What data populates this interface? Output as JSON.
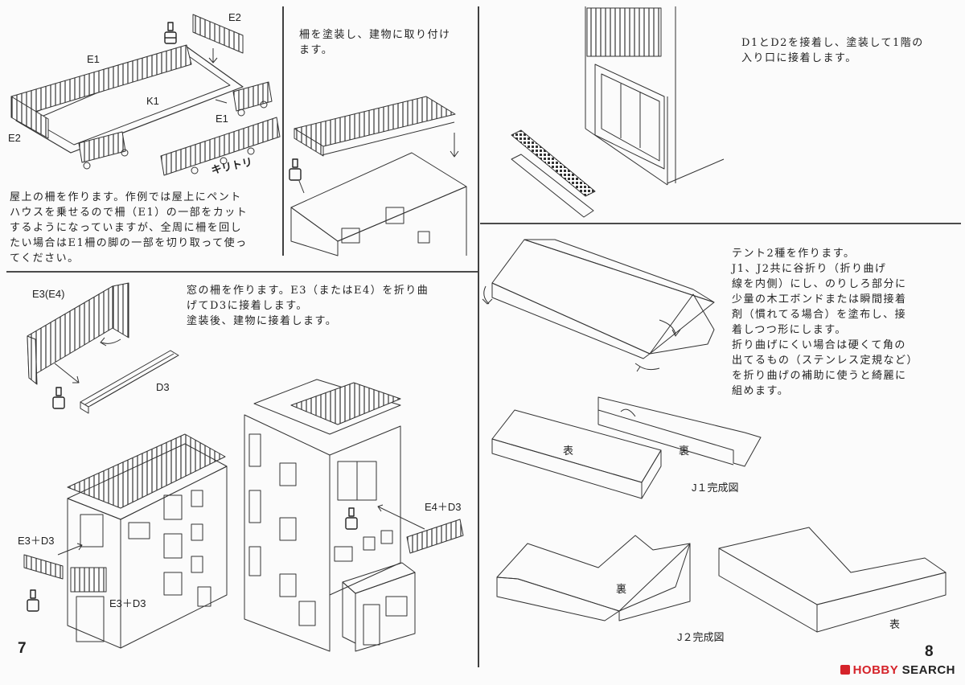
{
  "pages": {
    "left": "7",
    "right": "8"
  },
  "step_roof_fence": {
    "text": "屋上の柵を作ります。作例では屋上にペント\nハウスを乗せるので柵（E1）の一部をカット\nするようになっていますが、全周に柵を回し\nたい場合はE1柵の脚の一部を切り取って使っ\nてください。",
    "labels": {
      "e1": "E1",
      "e2_top": "E2",
      "e2_left": "E2",
      "k1": "K1",
      "e1_right": "E1",
      "cut": "キリトリ"
    }
  },
  "step_paint_fence": {
    "text": "柵を塗装し、建物に取り付け\nます。"
  },
  "step_entrance": {
    "text": "D1とD2を接着し、塗装して1階の\n入り口に接着します。"
  },
  "step_window_fence": {
    "text": "窓の柵を作ります。E3（またはE4）を折り曲\nげてD3に接着します。\n塗装後、建物に接着します。",
    "labels": {
      "e3e4": "E3(E4)",
      "d3": "D3",
      "e3d3_a": "E3＋D3",
      "e3d3_b": "E3＋D3",
      "e4d3": "E4＋D3"
    }
  },
  "step_awning": {
    "text": "テント2種を作ります。\nJ1、J2共に谷折り（折り曲げ\n線を内側）にし、のりしろ部分に\n少量の木工ボンドまたは瞬間接着\n剤（慣れてる場合）を塗布し、接\n着しつつ形にします。\n折り曲げにくい場合は硬くて角の\n出てるもの（ステンレス定規など）\nを折り曲げの補助に使うと綺麗に\n組めます。",
    "labels": {
      "j1_front": "表",
      "j1_back": "裏",
      "j1_done": "J１完成図",
      "j2_back": "裏",
      "j2_front": "表",
      "j2_done": "J２完成図"
    }
  },
  "watermark": {
    "brand": "HOBBY",
    "suffix": " SEARCH"
  },
  "colors": {
    "ink": "#222222",
    "paper": "#fbfbfb",
    "brand": "#d5232a"
  }
}
